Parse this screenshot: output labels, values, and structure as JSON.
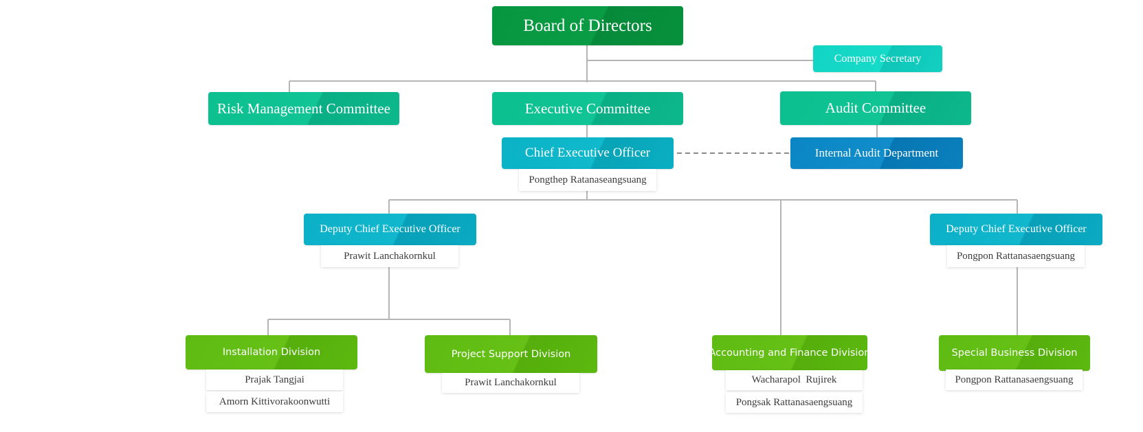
{
  "board": {
    "label": "Board of Directors"
  },
  "secretary": {
    "label": "Company Secretary"
  },
  "committees": {
    "risk": {
      "label": "Risk Management Committee"
    },
    "executive": {
      "label": "Executive Committee"
    },
    "audit": {
      "label": "Audit Committee"
    }
  },
  "ceo": {
    "label": "Chief Executive Officer",
    "person": "Pongthep Ratanaseangsuang"
  },
  "internal_audit": {
    "label": "Internal Audit Department"
  },
  "deputies": [
    {
      "label": "Deputy Chief Executive Officer",
      "person": "Prawit Lanchakornkul"
    },
    {
      "label": "Deputy Chief Executive Officer",
      "person": "Pongpon Rattanasaengsuang"
    }
  ],
  "divisions": [
    {
      "label": "Installation Division",
      "people": [
        "Prajak Tangjai",
        "Amorn Kittivorakoonwutti"
      ]
    },
    {
      "label": "Project Support Division",
      "people": [
        "Prawit Lanchakornkul"
      ]
    },
    {
      "label": "Accounting and Finance Division",
      "people": [
        "Wacharapol  Rujirek",
        "Pongsak Rattanasaengsuang"
      ]
    },
    {
      "label": "Special Business Division",
      "people": [
        "Pongpon Rattanasaengsuang"
      ]
    }
  ],
  "colors": {
    "board": "#07963f",
    "committee": "#0cbf8f",
    "secretary": "#12d4c4",
    "officer": "#0bb2c6",
    "internal_audit": "#0b86c4",
    "division": "#5ebb11",
    "connector": "#b5b5b5"
  }
}
